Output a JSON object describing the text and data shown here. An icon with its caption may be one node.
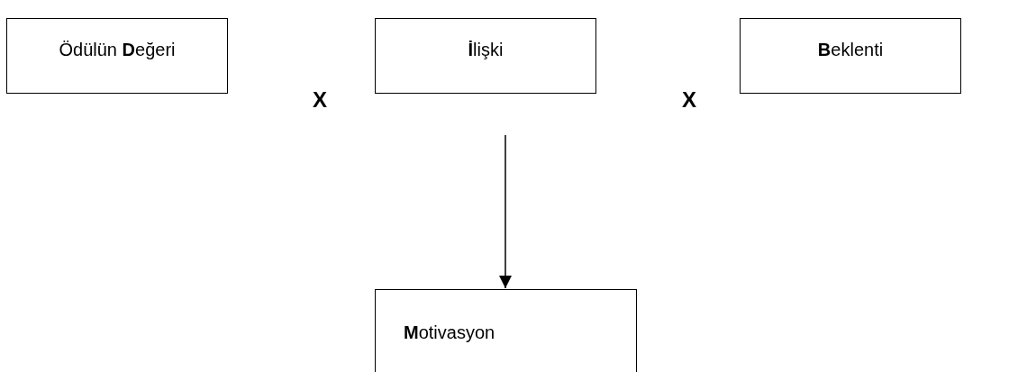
{
  "diagram": {
    "nodes": [
      {
        "text": [
          "Ödülün **D**eğeri"
        ]
      },
      {
        "text": [
          "**İ**lişki"
        ]
      },
      {
        "text": [
          "**B**eklenti"
        ]
      },
      {
        "text": [
          "**M**otivasyon"
        ]
      }
    ],
    "edges": [
      {
        "from": null,
        "to": 3,
        "arrow": "to"
      }
    ],
    "labels": [
      "X",
      "X"
    ]
  }
}
